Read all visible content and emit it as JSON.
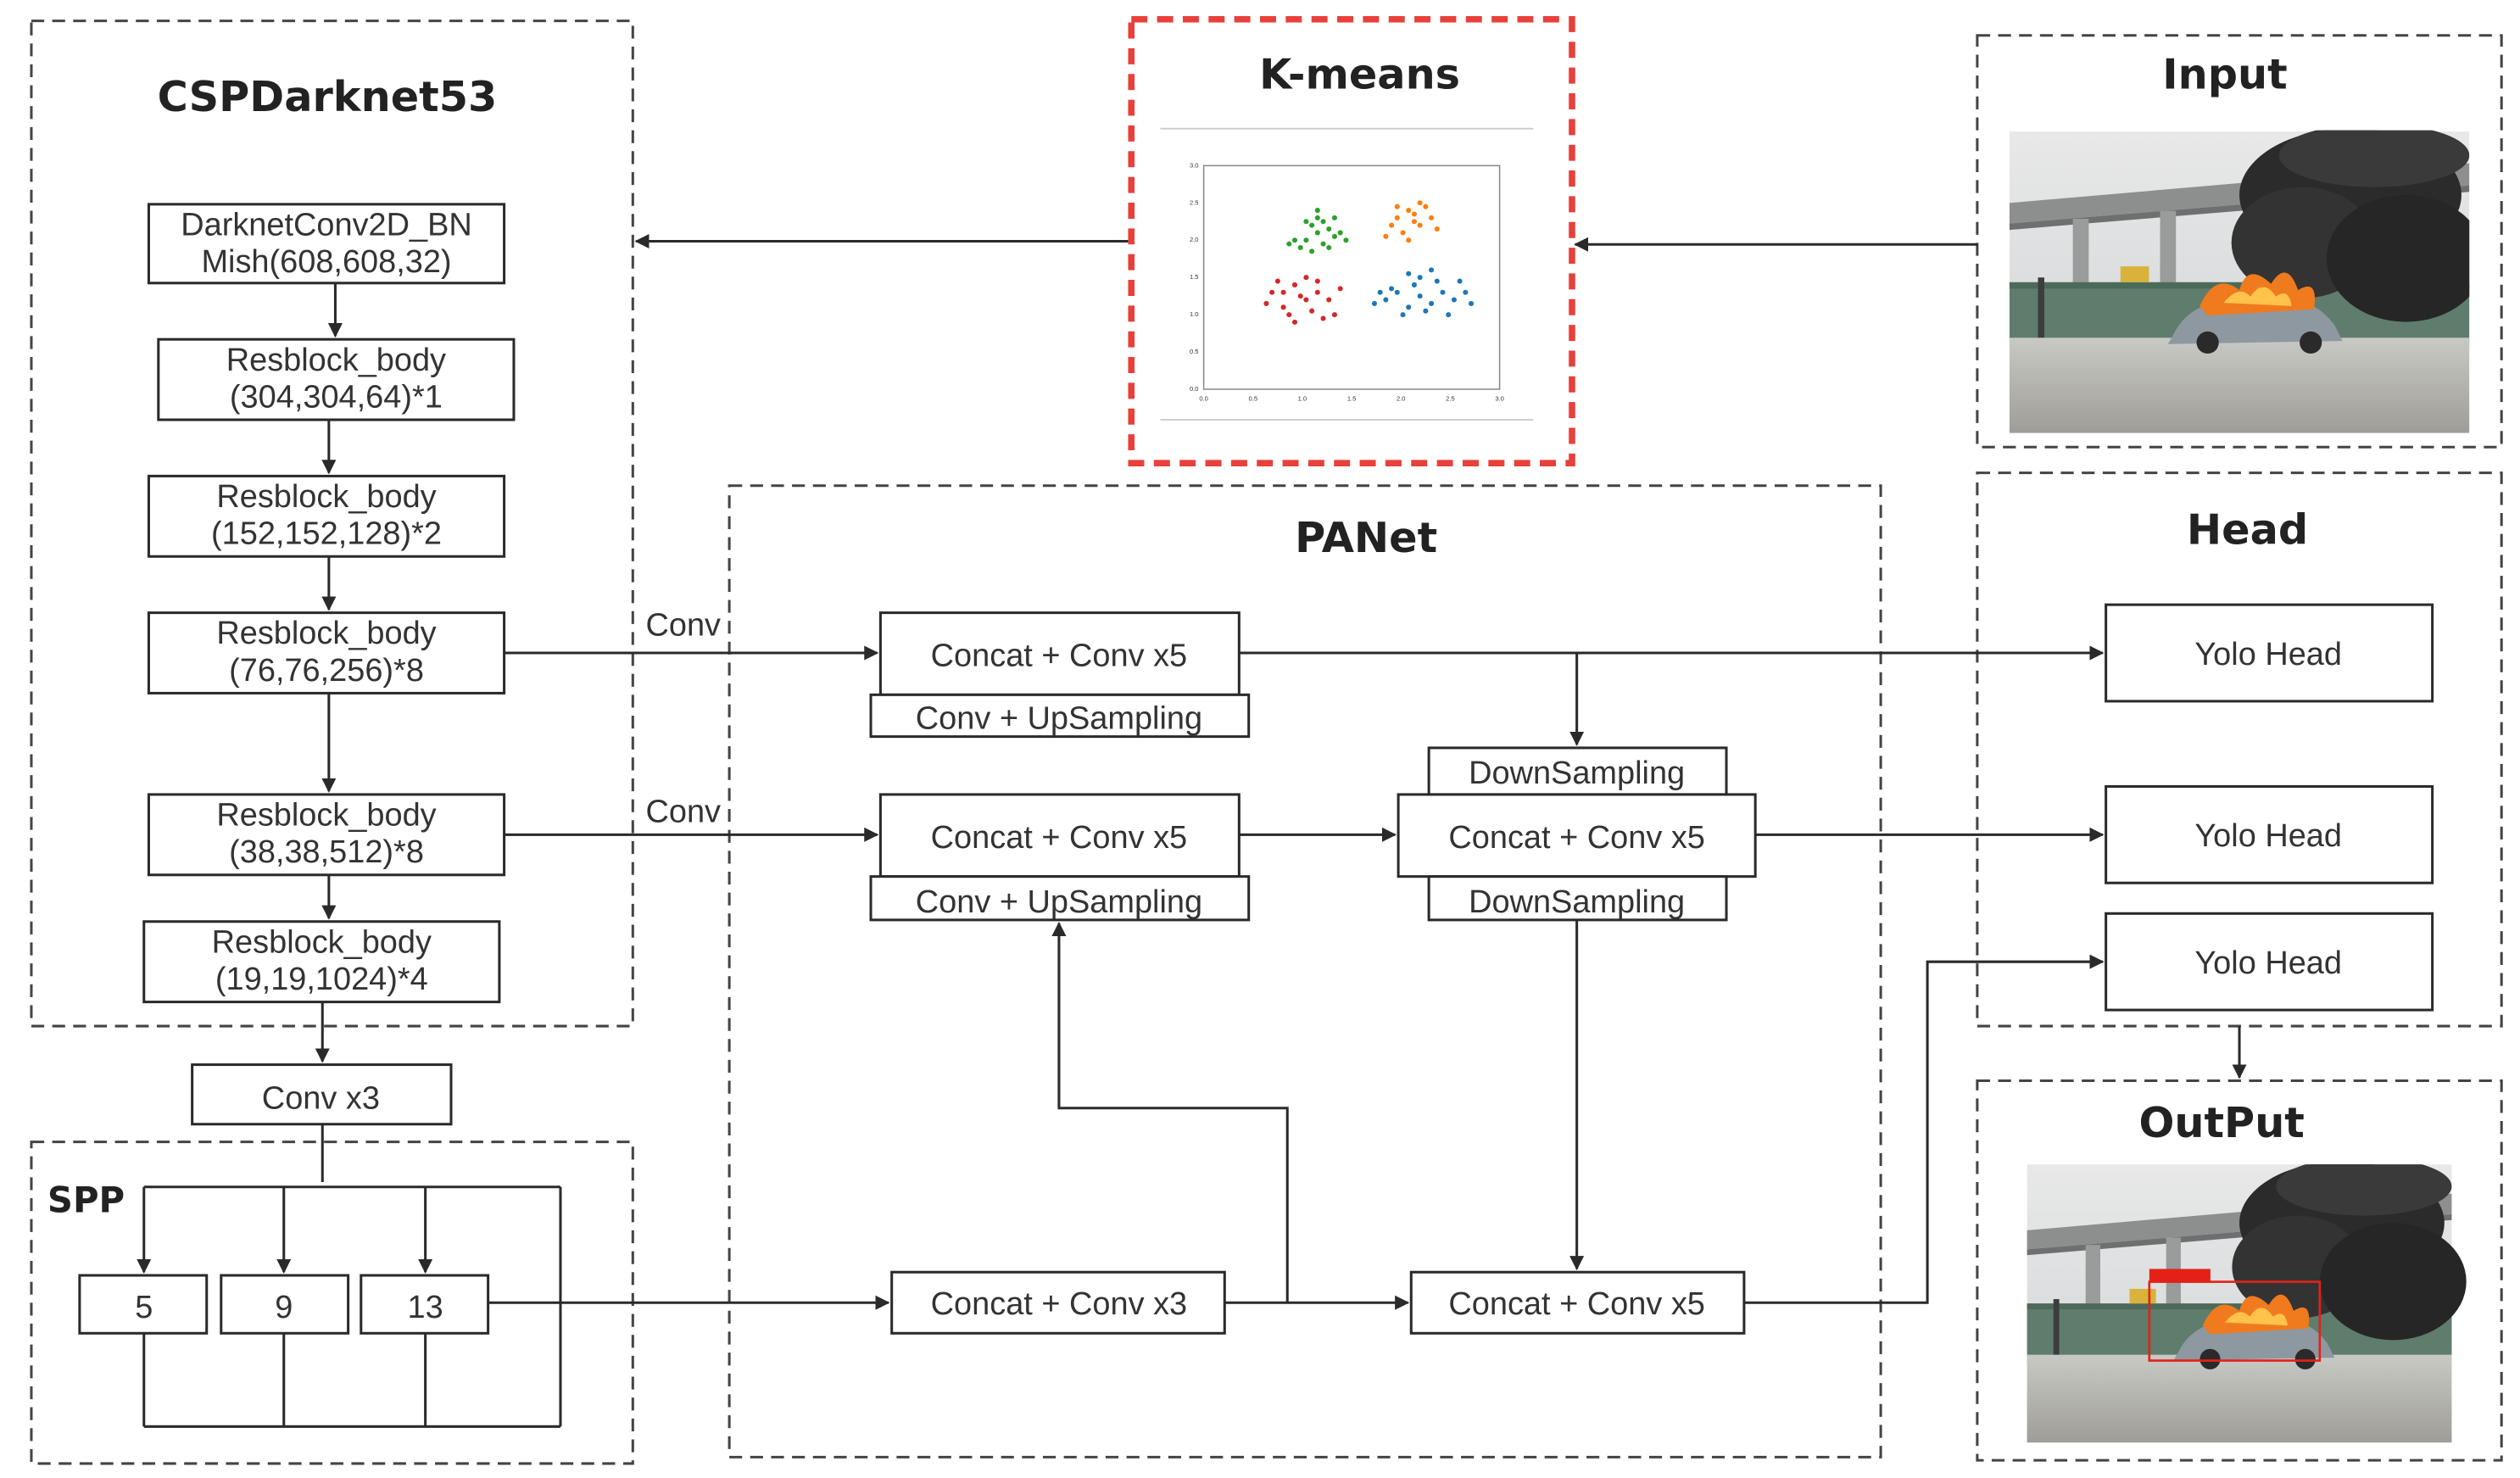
{
  "colors": {
    "line": "#2a2a2a",
    "kmeans_border": "#e8403a",
    "dash": "#444444"
  },
  "groups": {
    "cspdarknet": "CSPDarknet53",
    "kmeans": "K-means",
    "input": "Input",
    "panet": "PANet",
    "head": "Head",
    "spp": "SPP",
    "output": "OutPut"
  },
  "backbone": [
    {
      "line1": "DarknetConv2D_BN",
      "line2": "Mish(608,608,32)"
    },
    {
      "line1": "Resblock_body",
      "line2": "(304,304,64)*1"
    },
    {
      "line1": "Resblock_body",
      "line2": "(152,152,128)*2"
    },
    {
      "line1": "Resblock_body",
      "line2": "(76,76,256)*8"
    },
    {
      "line1": "Resblock_body",
      "line2": "(38,38,512)*8"
    },
    {
      "line1": "Resblock_body",
      "line2": "(19,19,1024)*4"
    }
  ],
  "conv_x3": "Conv x3",
  "spp_pools": [
    "5",
    "9",
    "13"
  ],
  "edge_labels": {
    "conv_top": "Conv",
    "conv_mid": "Conv"
  },
  "panet_blocks": {
    "concat_top": "Concat + Conv x5",
    "upsample_top": "Conv + UpSampling",
    "concat_mid_left": "Concat + Conv x5",
    "upsample_mid": "Conv + UpSampling",
    "downsample_top": "DownSampling",
    "concat_mid_right": "Concat + Conv x5",
    "downsample_mid": "DownSampling",
    "concat_bottom_left": "Concat + Conv x3",
    "concat_bottom_right": "Concat + Conv x5"
  },
  "heads": [
    "Yolo Head",
    "Yolo Head",
    "Yolo Head"
  ],
  "scatter": {
    "clusters": [
      {
        "color": "#2ca02c",
        "points": [
          [
            0.9,
            2.0
          ],
          [
            1.0,
            2.1
          ],
          [
            0.95,
            2.2
          ],
          [
            1.05,
            1.95
          ],
          [
            1.1,
            2.15
          ],
          [
            0.85,
            1.9
          ],
          [
            1.0,
            2.3
          ],
          [
            1.15,
            2.05
          ],
          [
            0.9,
            2.25
          ],
          [
            1.2,
            2.1
          ],
          [
            0.8,
            2.0
          ],
          [
            1.05,
            2.25
          ],
          [
            0.95,
            1.85
          ],
          [
            1.1,
            1.9
          ],
          [
            1.25,
            2.0
          ],
          [
            0.75,
            1.95
          ],
          [
            1.0,
            2.4
          ],
          [
            1.15,
            2.3
          ]
        ]
      },
      {
        "color": "#ff7f0e",
        "points": [
          [
            1.7,
            2.3
          ],
          [
            1.8,
            2.4
          ],
          [
            1.9,
            2.2
          ],
          [
            1.75,
            2.1
          ],
          [
            1.85,
            2.35
          ],
          [
            1.95,
            2.45
          ],
          [
            1.65,
            2.2
          ],
          [
            1.8,
            2.0
          ],
          [
            2.0,
            2.3
          ],
          [
            1.7,
            2.45
          ],
          [
            1.9,
            2.5
          ],
          [
            1.6,
            2.05
          ],
          [
            2.05,
            2.15
          ],
          [
            1.85,
            2.25
          ]
        ]
      },
      {
        "color": "#d62728",
        "points": [
          [
            0.6,
            1.3
          ],
          [
            0.7,
            1.1
          ],
          [
            0.8,
            1.4
          ],
          [
            0.9,
            1.2
          ],
          [
            1.0,
            1.3
          ],
          [
            0.75,
            1.0
          ],
          [
            0.85,
            1.25
          ],
          [
            0.95,
            1.05
          ],
          [
            1.1,
            1.2
          ],
          [
            0.65,
            1.45
          ],
          [
            1.05,
            0.95
          ],
          [
            0.55,
            1.15
          ],
          [
            0.9,
            1.5
          ],
          [
            1.2,
            1.35
          ],
          [
            0.8,
            0.9
          ],
          [
            1.0,
            1.45
          ],
          [
            0.7,
            1.3
          ],
          [
            1.15,
            1.0
          ]
        ]
      },
      {
        "color": "#1f77b4",
        "points": [
          [
            1.6,
            1.2
          ],
          [
            1.7,
            1.3
          ],
          [
            1.8,
            1.1
          ],
          [
            1.9,
            1.25
          ],
          [
            2.0,
            1.15
          ],
          [
            2.1,
            1.3
          ],
          [
            1.75,
            1.0
          ],
          [
            1.85,
            1.4
          ],
          [
            1.95,
            1.05
          ],
          [
            2.2,
            1.2
          ],
          [
            1.65,
            1.35
          ],
          [
            2.05,
            1.45
          ],
          [
            2.3,
            1.3
          ],
          [
            1.5,
            1.15
          ],
          [
            2.15,
            1.0
          ],
          [
            1.9,
            1.5
          ],
          [
            2.25,
            1.45
          ],
          [
            1.55,
            1.3
          ],
          [
            2.0,
            1.6
          ],
          [
            1.8,
            1.55
          ],
          [
            2.35,
            1.15
          ]
        ]
      }
    ],
    "xlim": [
      0.0,
      2.6
    ],
    "ylim": [
      0.0,
      3.0
    ],
    "xticks": [
      "0.0",
      "0.5",
      "1.0",
      "1.5",
      "2.0",
      "2.5",
      "3.0"
    ],
    "yticks": [
      "0.0",
      "0.5",
      "1.0",
      "1.5",
      "2.0",
      "2.5",
      "3.0"
    ]
  }
}
